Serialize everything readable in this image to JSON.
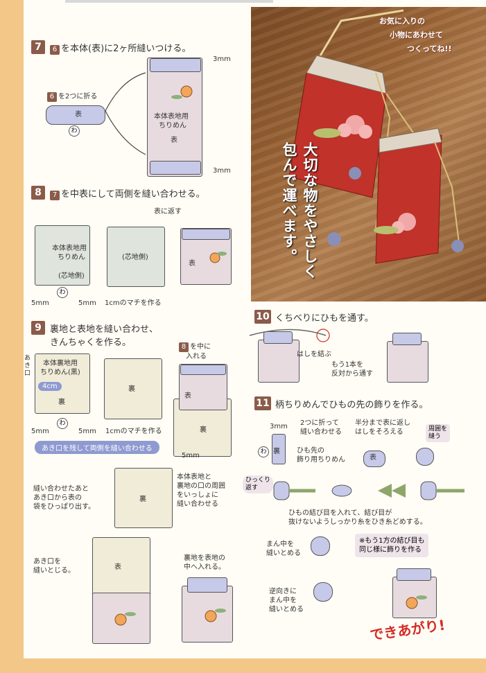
{
  "photo": {
    "caption_line1": "お気に入りの",
    "caption_line2": "小物にあわせて",
    "caption_line3": "つくってね!!",
    "tagline_col1": "大切な物をやさしく",
    "tagline_col2": "包んで運べます。"
  },
  "step7": {
    "num": "7",
    "ref": "6",
    "title": "を本体(表)に2ヶ所縫いつける。",
    "fold_ref": "6",
    "fold_label": "を2つに折る",
    "small_label": "表",
    "wa": "わ",
    "body_label_1": "本体表地用",
    "body_label_2": "ちりめん",
    "body_label_3": "表",
    "mm_top": "3mm",
    "mm_bottom": "3mm"
  },
  "step8": {
    "num": "8",
    "ref": "7",
    "title": "を中表にして両側を縫い合わせる。",
    "turn_label": "表に返す",
    "a_label_1": "本体表地用",
    "a_label_2": "ちりめん",
    "a_label_3": "(芯地側)",
    "b_label": "(芯地側)",
    "c_label": "表",
    "wa": "わ",
    "mm_left": "5mm",
    "mm_right": "5mm",
    "gusset": "1cmのマチを作る"
  },
  "step9": {
    "num": "9",
    "title_1": "裏地と表地を縫い合わせ、",
    "title_2": "きんちゃくを作る。",
    "opening": "あき口",
    "a_label_1": "本体裏地用",
    "a_label_2": "ちりめん(黒)",
    "a_label_3": "裏",
    "cm4": "4cm",
    "wa": "わ",
    "mm_left": "5mm",
    "mm_right": "5mm",
    "b_label": "裏",
    "gusset": "1cmのマチを作る",
    "banner": "あき口を残して両側を縫い合わせる",
    "insert_ref": "8",
    "insert_1": "を中に",
    "insert_2": "入れる",
    "c_label": "表",
    "d_label": "裏",
    "mm5": "5mm",
    "sew_note_1": "縫い合わせたあと",
    "sew_note_2": "あき口から表の",
    "sew_note_3": "袋をひっぱり出す。",
    "mouth_note_1": "本体表地と",
    "mouth_note_2": "裏地の口の周囲",
    "mouth_note_3": "をいっしょに",
    "mouth_note_4": "縫い合わせる",
    "e_label": "裏",
    "close_1": "あき口を",
    "close_2": "縫いとじる。",
    "f_label": "表",
    "inner_1": "裏地を表地の",
    "inner_2": "中へ入れる。"
  },
  "step10": {
    "num": "10",
    "title": "くちべりにひもを通す。",
    "knot": "はしを結ぶ",
    "other_1": "もう1本を",
    "other_2": "反対から通す"
  },
  "step11": {
    "num": "11",
    "title": "柄ちりめんでひもの先の飾りを作る。",
    "mm3": "3mm",
    "fold_1": "2つに折って",
    "fold_2": "縫い合わせる",
    "half_1": "半分まで表に返し",
    "half_2": "はしをそろえる",
    "peri_1": "周囲を",
    "peri_2": "縫う",
    "wa": "わ",
    "ura": "裏",
    "omote": "表",
    "deco_1": "ひも先の",
    "deco_2": "飾り用ちりめん",
    "flip_1": "ひっくり",
    "flip_2": "返す",
    "knot_note_1": "ひもの結び目を入れて、結び目が",
    "knot_note_2": "抜けないようしっかり糸をひき糸どめする。",
    "center_1": "まん中を",
    "center_2": "縫いとめる",
    "rev_1": "逆向きに",
    "rev_2": "まん中を",
    "rev_3": "縫いとめる",
    "note_1": "※もう1方の結び目も",
    "note_2": "同じ様に飾りを作る",
    "done": "できあがり!"
  }
}
